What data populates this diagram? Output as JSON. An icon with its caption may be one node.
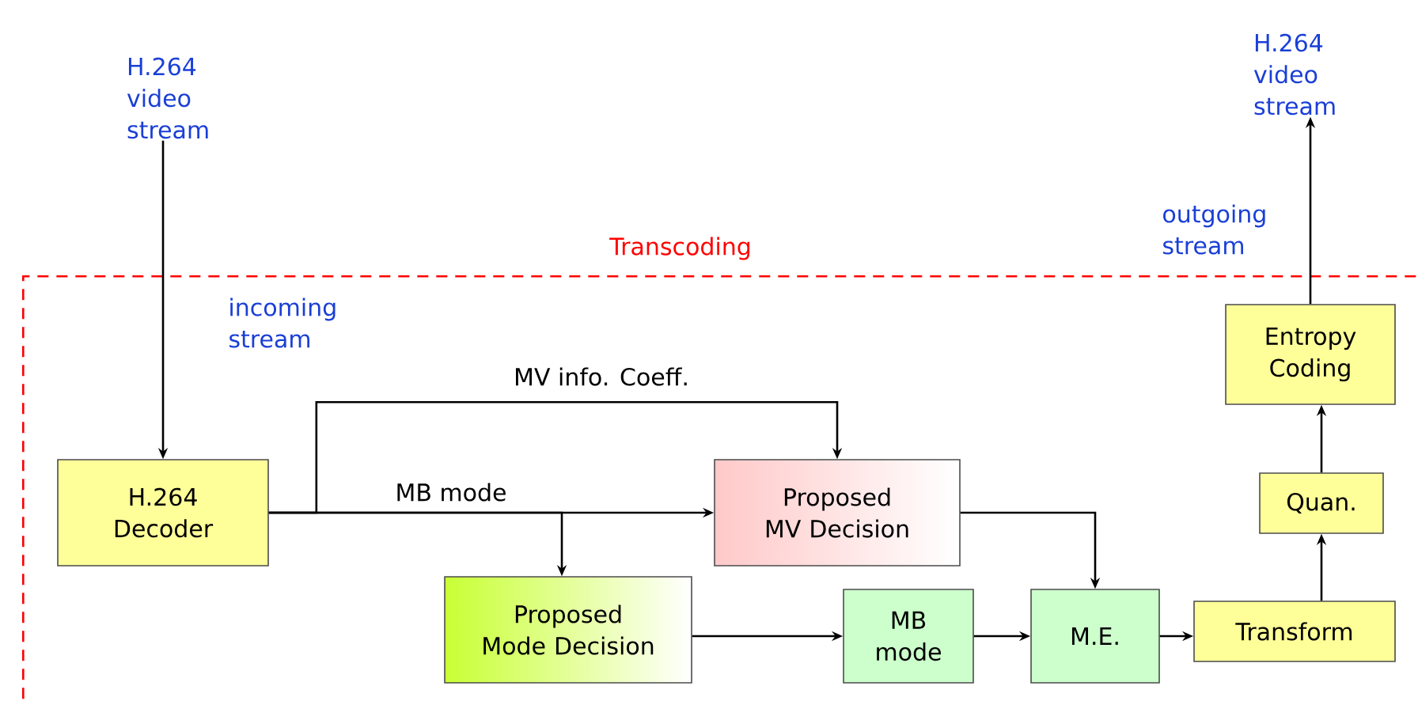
{
  "diagram": {
    "nodes": [
      {
        "text": [
          "Transcoding"
        ]
      },
      {
        "text": [
          "H.264 video stream"
        ]
      },
      {
        "text": [
          "H.264 Decoder"
        ],
        "in": 0
      },
      {
        "text": [
          "Proposed MV Decision"
        ],
        "in": 0
      },
      {
        "text": [
          "Proposed Mode Decision"
        ],
        "in": 0
      },
      {
        "text": [
          "MB mode"
        ],
        "in": 0
      },
      {
        "text": [
          "M.E."
        ],
        "in": 0
      },
      {
        "text": [
          "Transform"
        ],
        "in": 0
      },
      {
        "text": [
          "Quan."
        ],
        "in": 0
      },
      {
        "text": [
          "Entropy Coding"
        ],
        "in": 0
      },
      {
        "text": [
          "H.264 video stream"
        ]
      }
    ],
    "edges": [
      {
        "from": 1,
        "to": 2,
        "arrow": "to",
        "label": "incoming stream"
      },
      {
        "from": 2,
        "to": 3,
        "arrow": "to",
        "label": "MV info. Coeff."
      },
      {
        "from": 2,
        "to": 3,
        "arrow": "to",
        "label": "MB mode"
      },
      {
        "from": 2,
        "to": 4,
        "arrow": "to"
      },
      {
        "from": 4,
        "to": 5,
        "arrow": "to"
      },
      {
        "from": 3,
        "to": 6,
        "arrow": "to"
      },
      {
        "from": 5,
        "to": 6,
        "arrow": "to"
      },
      {
        "from": 6,
        "to": 7,
        "arrow": "to"
      },
      {
        "from": 7,
        "to": 8,
        "arrow": "to"
      },
      {
        "from": 8,
        "to": 9,
        "arrow": "to"
      },
      {
        "from": 9,
        "to": 10,
        "arrow": "to",
        "label": "outgoing stream"
      }
    ]
  }
}
